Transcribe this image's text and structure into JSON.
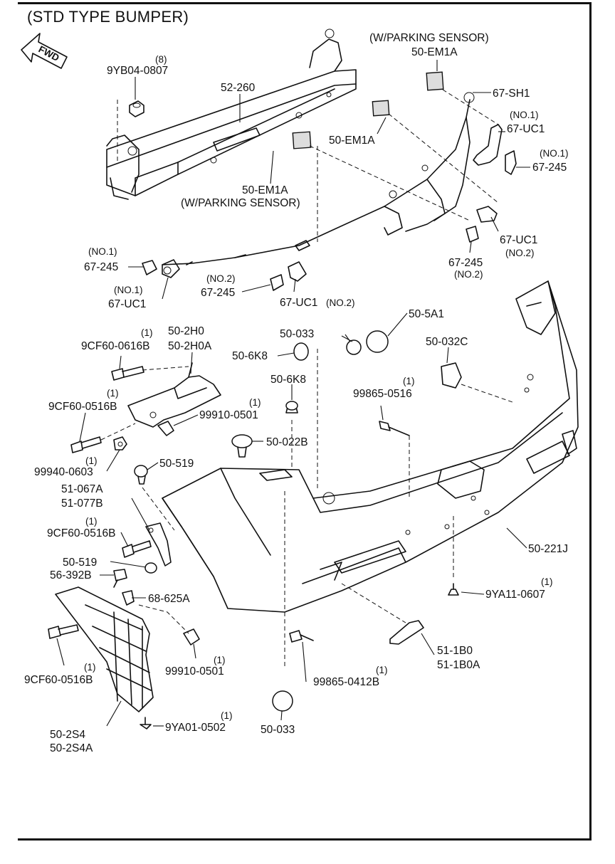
{
  "title": "(STD TYPE BUMPER)",
  "fwd_label": "FWD",
  "parts": {
    "p9yb04": "9YB04-0807",
    "p9yb04_qty": "(8)",
    "p52_260": "52-260",
    "wps_top": "(W/PARKING SENSOR)",
    "em1a_top": "50-EM1A",
    "sh1": "67-SH1",
    "no1_uc1_top": "(NO.1)",
    "uc1_top": "67-UC1",
    "no1_245_top": "(NO.1)",
    "p245_right": "67-245",
    "em1a_mid": "50-EM1A",
    "em1a_low": "50-EM1A",
    "wps_low": "(W/PARKING SENSOR)",
    "uc1_right": "67-UC1",
    "no2_uc1_right": "(NO.2)",
    "p245_right2": "67-245",
    "no2_245_right": "(NO.2)",
    "no1_245_left": "(NO.1)",
    "p245_left": "67-245",
    "no1_uc1_left": "(NO.1)",
    "uc1_left": "67-UC1",
    "no2_245_mid": "(NO.2)",
    "p245_mid": "67-245",
    "uc1_mid": "67-UC1",
    "no2_uc1_mid": "(NO.2)",
    "p5a1": "50-5A1",
    "p033_top": "50-033",
    "p6k8_top": "50-6K8",
    "p6k8_mid": "50-6K8",
    "p032c": "50-032C",
    "p2h0": "50-2H0",
    "p2h0a": "50-2H0A",
    "p9cf_0616_qty": "(1)",
    "p9cf_0616": "9CF60-0616B",
    "p9cf_0516_a_qty": "(1)",
    "p9cf_0516_a": "9CF60-0516B",
    "p99910_a_qty": "(1)",
    "p99910_a": "99910-0501",
    "p99865_0516_qty": "(1)",
    "p99865_0516": "99865-0516",
    "p99940_qty": "(1)",
    "p99940": "99940-0603",
    "p022b": "50-022B",
    "p519_a": "50-519",
    "p067a": "51-067A",
    "p077b": "51-077B",
    "p9cf_0516_b_qty": "(1)",
    "p9cf_0516_b": "9CF60-0516B",
    "p519_b": "50-519",
    "p392b": "56-392B",
    "p625a": "68-625A",
    "p221j": "50-221J",
    "p9ya11_qty": "(1)",
    "p9ya11": "9YA11-0607",
    "p1b0": "51-1B0",
    "p1b0a": "51-1B0A",
    "p99910_b_qty": "(1)",
    "p99910_b": "99910-0501",
    "p9cf_0516_c_qty": "(1)",
    "p9cf_0516_c": "9CF60-0516B",
    "p99865_0412_qty": "(1)",
    "p99865_0412": "99865-0412B",
    "p2s4": "50-2S4",
    "p2s4a": "50-2S4A",
    "p9ya01_qty": "(1)",
    "p9ya01": "9YA01-0502",
    "p033_bottom": "50-033"
  }
}
